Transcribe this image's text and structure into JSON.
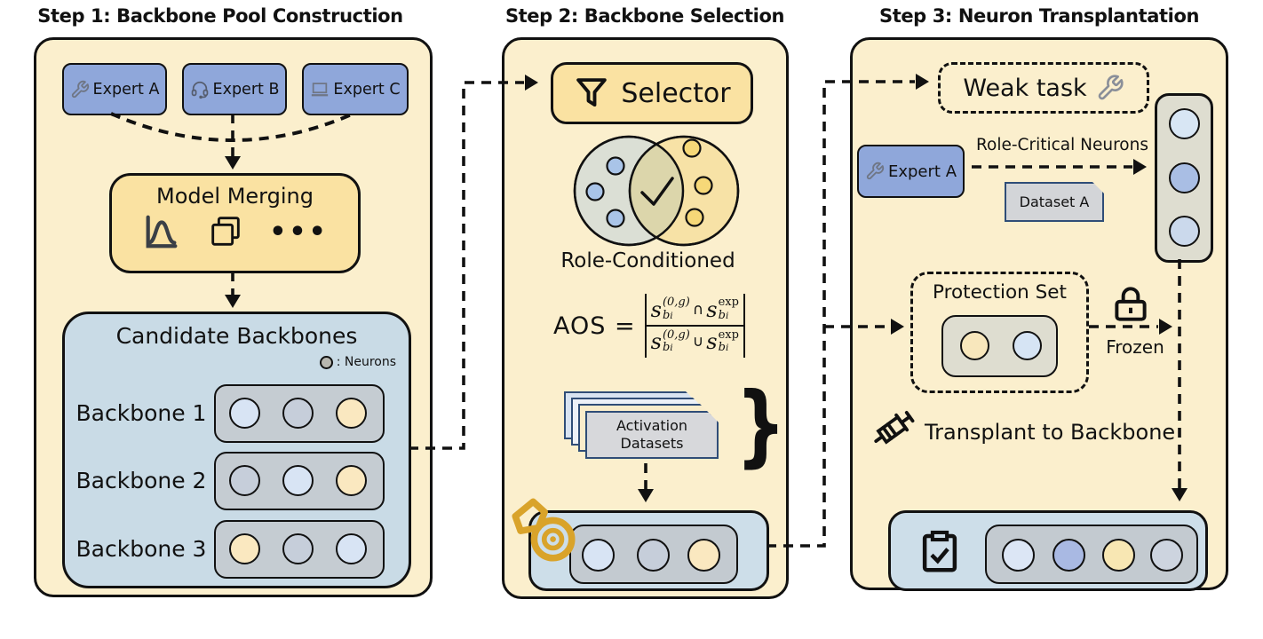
{
  "titles": {
    "step1": "Step 1: Backbone Pool Construction",
    "step2": "Step 2: Backbone Selection",
    "step3": "Step 3: Neuron Transplantation"
  },
  "panel1": {
    "experts": [
      {
        "label": "Expert A",
        "icon": "wrench-icon"
      },
      {
        "label": "Expert B",
        "icon": "headset-icon"
      },
      {
        "label": "Expert C",
        "icon": "laptop-icon"
      }
    ],
    "merging": {
      "label": "Model Merging",
      "ellipsis": "•••",
      "icons": [
        "distribution-chart-icon",
        "copy-icon",
        "ellipsis-icon"
      ]
    },
    "candidates": {
      "title": "Candidate Backbones",
      "legend_label": ": Neurons",
      "legend_dot_color": "#B8B7AF",
      "rows": [
        {
          "label": "Backbone 1",
          "neurons": [
            "#D8E4F4",
            "#C6CEDA",
            "#FAE8C0"
          ]
        },
        {
          "label": "Backbone 2",
          "neurons": [
            "#C6CEDA",
            "#D8E4F4",
            "#FAE8C0"
          ]
        },
        {
          "label": "Backbone 3",
          "neurons": [
            "#FAE8C0",
            "#C6CEDA",
            "#D8E4F4"
          ]
        }
      ]
    }
  },
  "panel2": {
    "selector_label": "Selector",
    "venn": {
      "caption": "Role-Conditioned",
      "left_fill": "#DBDFD5",
      "right_fill": "#F7E2A6",
      "overlap_fill": "#DCD6AB",
      "left_dot": "#A9C4E8",
      "right_dot": "#F6D878"
    },
    "formula": {
      "lhs": "AOS =",
      "s": "s",
      "sub_b": "b",
      "sub_i": "i",
      "sup_og": "(0,g)",
      "sup_exp": "exp",
      "intersect": "∩",
      "union": "∪"
    },
    "datasets": {
      "line1": "Activation",
      "line2": "Datasets",
      "brace": "}"
    },
    "selected_neurons": [
      "#D8E4F4",
      "#C6CEDA",
      "#FAE8C0"
    ]
  },
  "panel3": {
    "weak_task_label": "Weak task",
    "expert_label": "Expert A",
    "role_critical_label": "Role-Critical Neurons",
    "dataset_label": "Dataset A",
    "column_neurons": [
      "#D8E6F4",
      "#A9BEE4",
      "#CBD9EC"
    ],
    "protection": {
      "title": "Protection Set",
      "neurons": [
        "#F8E7BC",
        "#D6E4F4"
      ]
    },
    "frozen_label": "Frozen",
    "transplant_label": "Transplant to Backbone",
    "output_neurons": [
      "#DCE6F5",
      "#A9B9E3",
      "#F8E7B3",
      "#CDD4DF"
    ]
  },
  "colors": {
    "panel_bg": "#FBEFCD",
    "expert_blue": "#8FA7DA",
    "accent_yellow": "#FAE2A2",
    "container_blue": "#C9DBE6",
    "slot_gray": "#C5CCD2",
    "output_blue": "#CDDEE9",
    "beige_gray": "#DEDDD0",
    "card_navy": "#2F4D77",
    "gold": "#D9A32A",
    "ink": "#111111"
  }
}
